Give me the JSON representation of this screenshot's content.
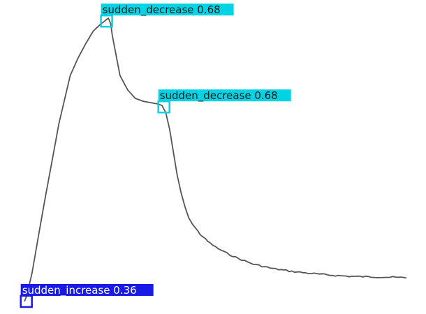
{
  "chart_data": {
    "type": "line",
    "title": "",
    "xlabel": "",
    "ylabel": "",
    "grid": false,
    "legend": "none",
    "line_color": "#555555",
    "series": [
      {
        "x": [
          0.0,
          0.6,
          2.0,
          5.0,
          9.0,
          12.0,
          14.0,
          16.0,
          18.0,
          20.0,
          21.0,
          21.6,
          22.0,
          22.6,
          23.0,
          24.0,
          25.0,
          27.0,
          29.0,
          31.0,
          33.0,
          35.0,
          36.0,
          37.0,
          38.0,
          39.0,
          40.0,
          41.0,
          42.0,
          43.0,
          44.0,
          46.0,
          48.0,
          50.0,
          53.0,
          56.0,
          60.0,
          65.0,
          70.0,
          75.0,
          80.0,
          85.0,
          90.0,
          95.0,
          100.0
        ],
        "y": [
          0.0,
          0.02,
          0.1,
          0.33,
          0.62,
          0.79,
          0.85,
          0.9,
          0.945,
          0.97,
          0.98,
          0.987,
          0.99,
          0.97,
          0.93,
          0.86,
          0.79,
          0.74,
          0.71,
          0.7,
          0.695,
          0.69,
          0.685,
          0.66,
          0.6,
          0.52,
          0.44,
          0.38,
          0.33,
          0.295,
          0.27,
          0.235,
          0.21,
          0.19,
          0.168,
          0.15,
          0.13,
          0.115,
          0.105,
          0.098,
          0.092,
          0.088,
          0.086,
          0.085,
          0.083
        ]
      }
    ],
    "annotations": [
      {
        "label": "sudden_decrease",
        "score": "0.68",
        "text": "sudden_decrease 0.68",
        "color": "#00D4E4",
        "x": 21.5,
        "y": 0.98
      },
      {
        "label": "sudden_decrease",
        "score": "0.68",
        "text": "sudden_decrease 0.68",
        "color": "#00D4E4",
        "x": 36.5,
        "y": 0.68
      },
      {
        "label": "sudden_increase",
        "score": "0.36",
        "text": "sudden_increase 0.36",
        "color": "#1A1AE6",
        "x": 0.5,
        "y": 0.0
      }
    ]
  }
}
